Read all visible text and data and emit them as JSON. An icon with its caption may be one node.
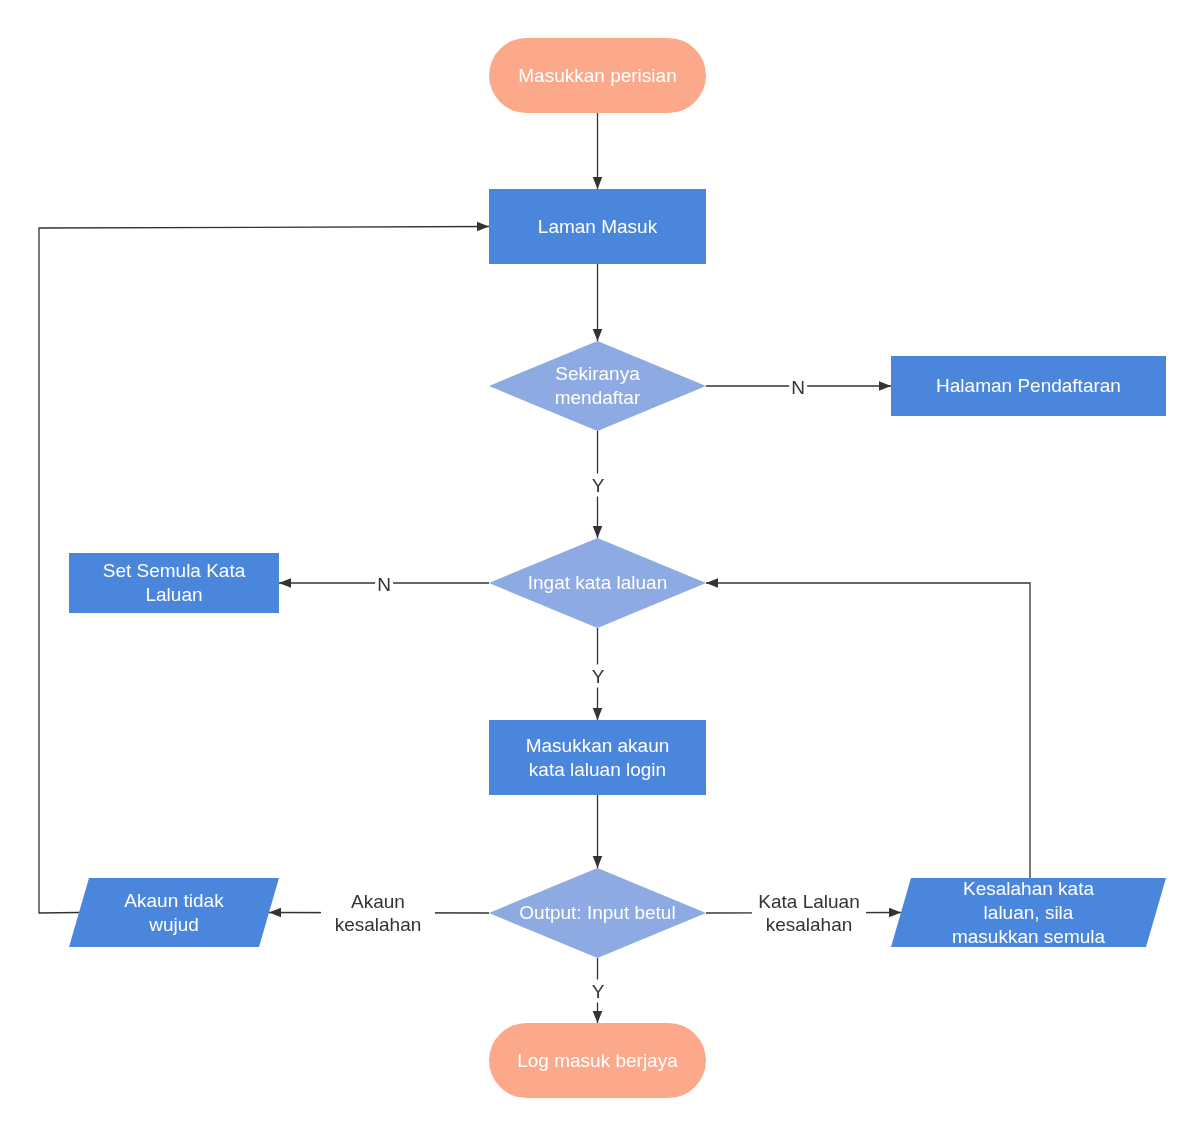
{
  "diagram": {
    "nodes": [
      {
        "text": [
          "Masukkan perisian"
        ]
      },
      {
        "text": [
          "Laman Masuk"
        ]
      },
      {
        "text": [
          "Sekiranya mendaftar"
        ]
      },
      {
        "text": [
          "Halaman Pendaftaran"
        ]
      },
      {
        "text": [
          "Ingat kata laluan"
        ]
      },
      {
        "text": [
          "Set Semula Kata Laluan"
        ]
      },
      {
        "text": [
          "Masukkan akaun kata laluan login"
        ]
      },
      {
        "text": [
          "Output: Input betul"
        ]
      },
      {
        "text": [
          "Akaun tidak wujud"
        ]
      },
      {
        "text": [
          "Kesalahan kata laluan, sila masukkan semula"
        ]
      },
      {
        "text": [
          "Log masuk berjaya"
        ]
      }
    ],
    "edges": [
      {
        "from": 0,
        "to": 1,
        "arrow": "to"
      },
      {
        "from": 1,
        "to": 2,
        "arrow": "to"
      },
      {
        "from": 2,
        "to": 3,
        "arrow": "to",
        "label": "N"
      },
      {
        "from": 2,
        "to": 4,
        "arrow": "to",
        "label": "Y"
      },
      {
        "from": 4,
        "to": 5,
        "arrow": "to",
        "label": "N"
      },
      {
        "from": 4,
        "to": 6,
        "arrow": "to",
        "label": "Y"
      },
      {
        "from": 6,
        "to": 7,
        "arrow": "to"
      },
      {
        "from": 7,
        "to": 8,
        "arrow": "to",
        "label": "Akaun kesalahan"
      },
      {
        "from": 7,
        "to": 9,
        "arrow": "to",
        "label": "Kata Laluan kesalahan"
      },
      {
        "from": 7,
        "to": 10,
        "arrow": "to",
        "label": "Y"
      },
      {
        "from": 8,
        "to": 1,
        "arrow": "to"
      },
      {
        "from": 9,
        "to": 4,
        "arrow": "to"
      }
    ]
  }
}
